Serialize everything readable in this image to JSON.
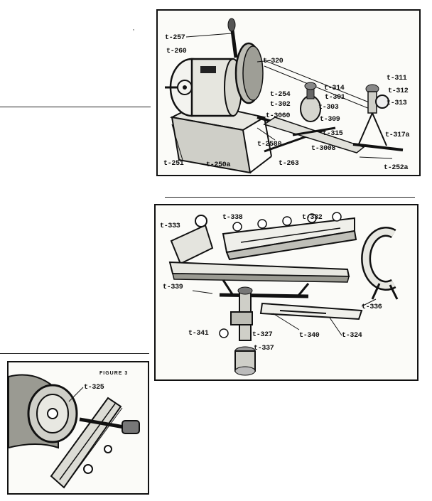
{
  "figure1": {
    "callouts": [
      "t-257",
      "t-260",
      "t-320",
      "t-254",
      "t-302",
      "t-3060",
      "t-2580",
      "t-251",
      "t-250a",
      "t-263",
      "t-314",
      "t-301",
      "t-303",
      "t-309",
      "t-315",
      "t-3008",
      "t-311",
      "t-312",
      "t-313",
      "t-317a",
      "t-252a"
    ]
  },
  "figure2": {
    "callouts": [
      "t-338",
      "t-332",
      "t-333",
      "t-339",
      "t-336",
      "t-341",
      "t-327",
      "t-340",
      "t-324",
      "t-337"
    ]
  },
  "figure3": {
    "title": "FIGURE 3",
    "callouts": [
      "t-325"
    ]
  },
  "colors": {
    "ink": "#111111",
    "paper": "#fbfbf8"
  }
}
